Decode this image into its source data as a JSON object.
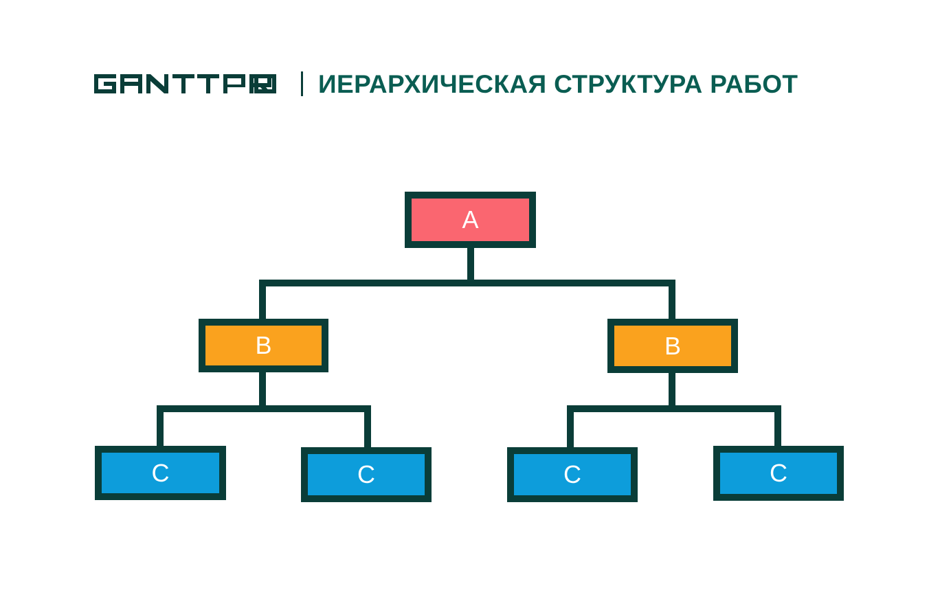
{
  "header": {
    "logo_text": "GANTTPRO",
    "separator": "|",
    "title": "ИЕРАРХИЧЕСКАЯ СТРУКТУРА РАБОТ"
  },
  "colors": {
    "background": "#FFFFFF",
    "brand_dark": "#0A3D38",
    "title_text": "#0A5D52",
    "level_a_fill": "#FA6670",
    "level_b_fill": "#FAA21E",
    "level_c_fill": "#0D9DDB",
    "node_border": "#0A3D38",
    "node_label_text": "#FFFFFF",
    "connector": "#0A3D38"
  },
  "chart_data": {
    "type": "diagram",
    "diagram_kind": "work-breakdown-structure-tree",
    "title": "ИЕРАРХИЧЕСКАЯ СТРУКТУРА РАБОТ",
    "levels": 3,
    "nodes": [
      {
        "id": "a",
        "label": "A",
        "level": 1,
        "parent": null,
        "fill": "#FA6670"
      },
      {
        "id": "b1",
        "label": "B",
        "level": 2,
        "parent": "a",
        "fill": "#FAA21E"
      },
      {
        "id": "b2",
        "label": "B",
        "level": 2,
        "parent": "a",
        "fill": "#FAA21E"
      },
      {
        "id": "c1",
        "label": "C",
        "level": 3,
        "parent": "b1",
        "fill": "#0D9DDB"
      },
      {
        "id": "c2",
        "label": "C",
        "level": 3,
        "parent": "b1",
        "fill": "#0D9DDB"
      },
      {
        "id": "c3",
        "label": "C",
        "level": 3,
        "parent": "b2",
        "fill": "#0D9DDB"
      },
      {
        "id": "c4",
        "label": "C",
        "level": 3,
        "parent": "b2",
        "fill": "#0D9DDB"
      }
    ],
    "edges": [
      {
        "from": "a",
        "to": "b1"
      },
      {
        "from": "a",
        "to": "b2"
      },
      {
        "from": "b1",
        "to": "c1"
      },
      {
        "from": "b1",
        "to": "c2"
      },
      {
        "from": "b2",
        "to": "c3"
      },
      {
        "from": "b2",
        "to": "c4"
      }
    ]
  },
  "nodes": {
    "a": {
      "label": "A"
    },
    "b1": {
      "label": "B"
    },
    "b2": {
      "label": "B"
    },
    "c1": {
      "label": "C"
    },
    "c2": {
      "label": "C"
    },
    "c3": {
      "label": "C"
    },
    "c4": {
      "label": "C"
    }
  }
}
